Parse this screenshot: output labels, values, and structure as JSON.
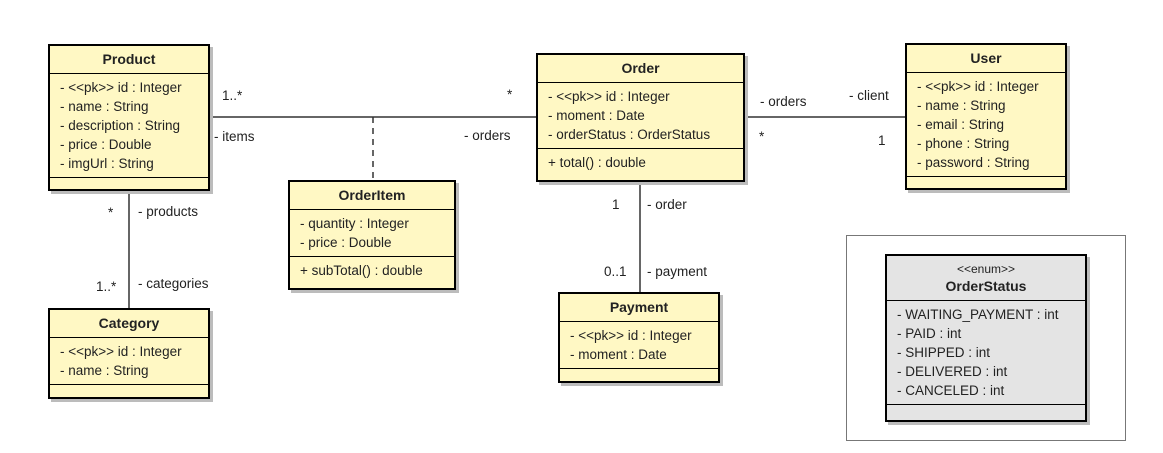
{
  "classes": {
    "product": {
      "name": "Product",
      "attributes": [
        "- <<pk>> id : Integer",
        "- name : String",
        "- description : String",
        "- price : Double",
        "- imgUrl : String"
      ],
      "operations": []
    },
    "order": {
      "name": "Order",
      "attributes": [
        "- <<pk>> id : Integer",
        "- moment : Date",
        "- orderStatus : OrderStatus"
      ],
      "operations": [
        "+ total() : double"
      ]
    },
    "user": {
      "name": "User",
      "attributes": [
        "- <<pk>> id : Integer",
        "- name : String",
        "- email : String",
        "- phone : String",
        "- password : String"
      ],
      "operations": []
    },
    "orderItem": {
      "name": "OrderItem",
      "attributes": [
        "- quantity : Integer",
        "- price : Double"
      ],
      "operations": [
        "+ subTotal() : double"
      ]
    },
    "category": {
      "name": "Category",
      "attributes": [
        "- <<pk>> id : Integer",
        "- name : String"
      ],
      "operations": []
    },
    "payment": {
      "name": "Payment",
      "attributes": [
        "- <<pk>> id : Integer",
        "- moment : Date"
      ],
      "operations": []
    },
    "orderStatus": {
      "stereotype": "<<enum>>",
      "name": "OrderStatus",
      "literals": [
        "- WAITING_PAYMENT : int",
        "- PAID : int",
        "- SHIPPED : int",
        "- DELIVERED : int",
        "- CANCELED : int"
      ]
    }
  },
  "associations": {
    "product_order": {
      "product_mult": "1..*",
      "product_role": "- items",
      "order_mult": "*",
      "order_role": "- orders"
    },
    "order_user": {
      "order_role": "- orders",
      "order_mult": "*",
      "user_role": "- client",
      "user_mult": "1"
    },
    "product_category": {
      "product_mult": "*",
      "product_role": "- products",
      "category_mult": "1..*",
      "category_role": "- categories"
    },
    "order_payment": {
      "order_mult": "1",
      "order_role": "- order",
      "payment_mult": "0..1",
      "payment_role": "- payment"
    }
  },
  "colors": {
    "class_fill": "#fff8c4",
    "enum_fill": "#e4e4e4",
    "border": "#000000",
    "shadow": "#bcbcbc"
  }
}
